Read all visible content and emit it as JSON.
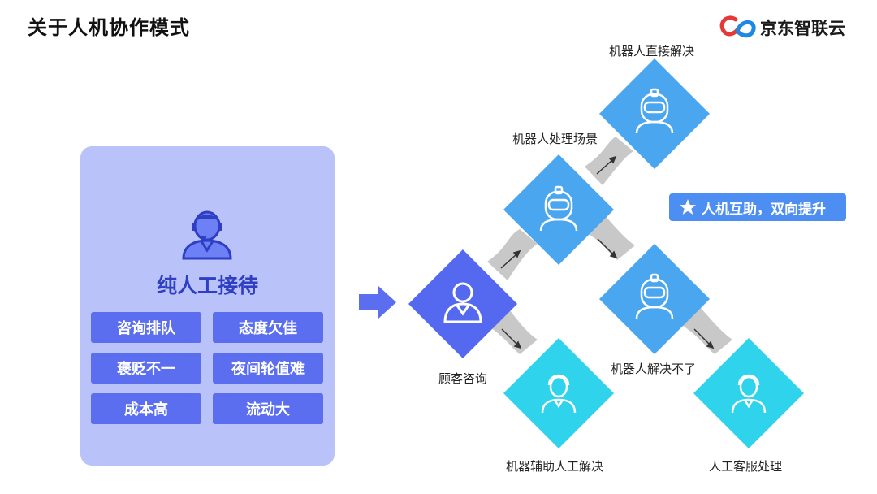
{
  "title": "关于人机协作模式",
  "logo": {
    "text": "京东智联云"
  },
  "left_panel": {
    "title": "纯人工接待",
    "tags": [
      "咨询排队",
      "态度欠佳",
      "褒贬不一",
      "夜间轮值难",
      "成本高",
      "流动大"
    ]
  },
  "nodes": {
    "customer": "顾客咨询",
    "robot_scene": "机器人处理场景",
    "robot_direct": "机器人直接解决",
    "robot_unresolved": "机器人解决不了",
    "machine_assist": "机器辅助人工解决",
    "human_service": "人工客服处理"
  },
  "badge": "人机互助，双向提升",
  "colors": {
    "panel": "#b9c2f9",
    "tag": "#5b6ef0",
    "customer_node": "#5468f0",
    "robot_node": "#4aa6ee",
    "human_node": "#2fd4ec",
    "connector": "#c8c8c8",
    "badge": "#4d8ef2"
  }
}
